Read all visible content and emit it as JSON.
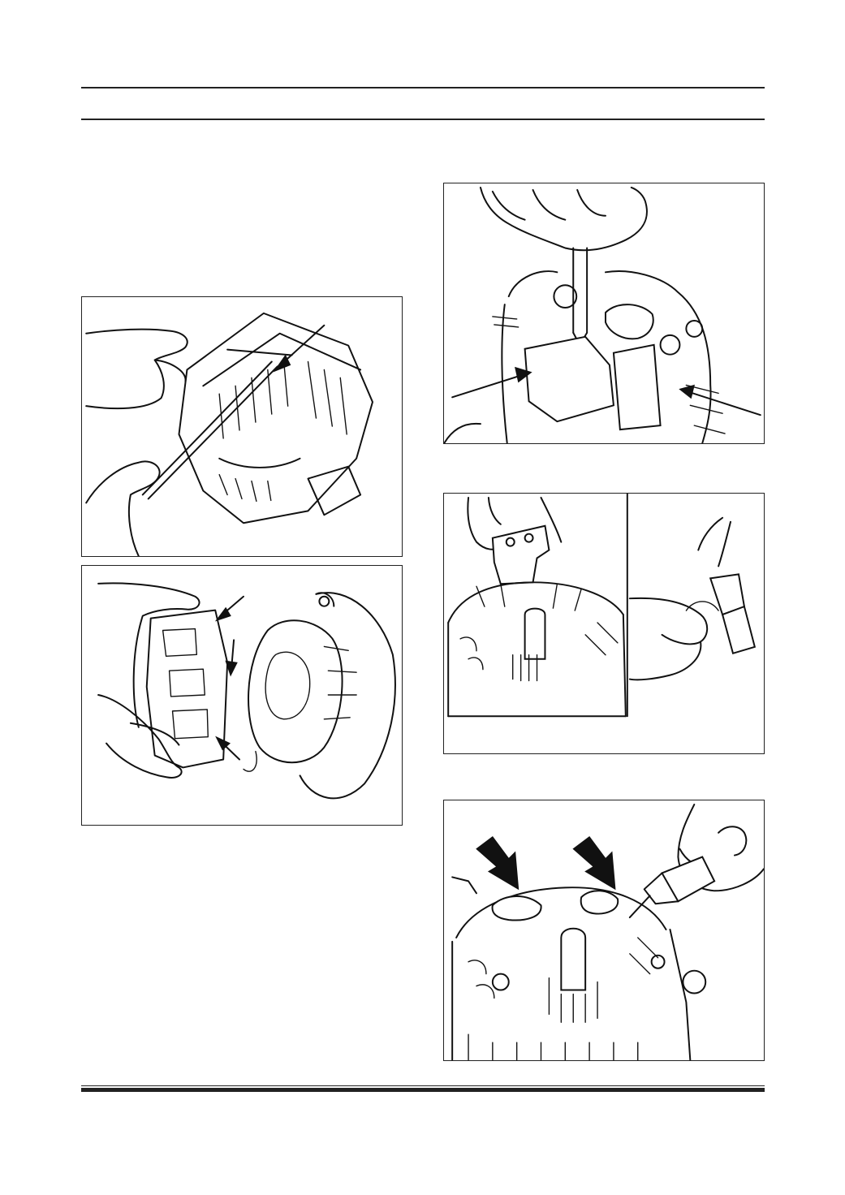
{
  "page": {
    "background": "#ffffff",
    "ink_color": "#111111"
  },
  "figures": [
    {
      "id": "fig-probe-stator-lead",
      "icons": [
        "hand-icon",
        "probe-tool-icon",
        "arrow-icon"
      ]
    },
    {
      "id": "fig-separate-housings",
      "icons": [
        "hand-icon",
        "arrow-icon"
      ]
    },
    {
      "id": "fig-regulator-screws",
      "icons": [
        "hand-icon",
        "screwdriver-icon",
        "arrow-icon"
      ]
    },
    {
      "id": "fig-remove-brush-holder",
      "icons": [
        "hand-icon",
        "brush-holder-icon"
      ]
    },
    {
      "id": "fig-apply-sealant",
      "icons": [
        "hand-icon",
        "sealant-tube-icon",
        "arrow-icon"
      ]
    }
  ]
}
